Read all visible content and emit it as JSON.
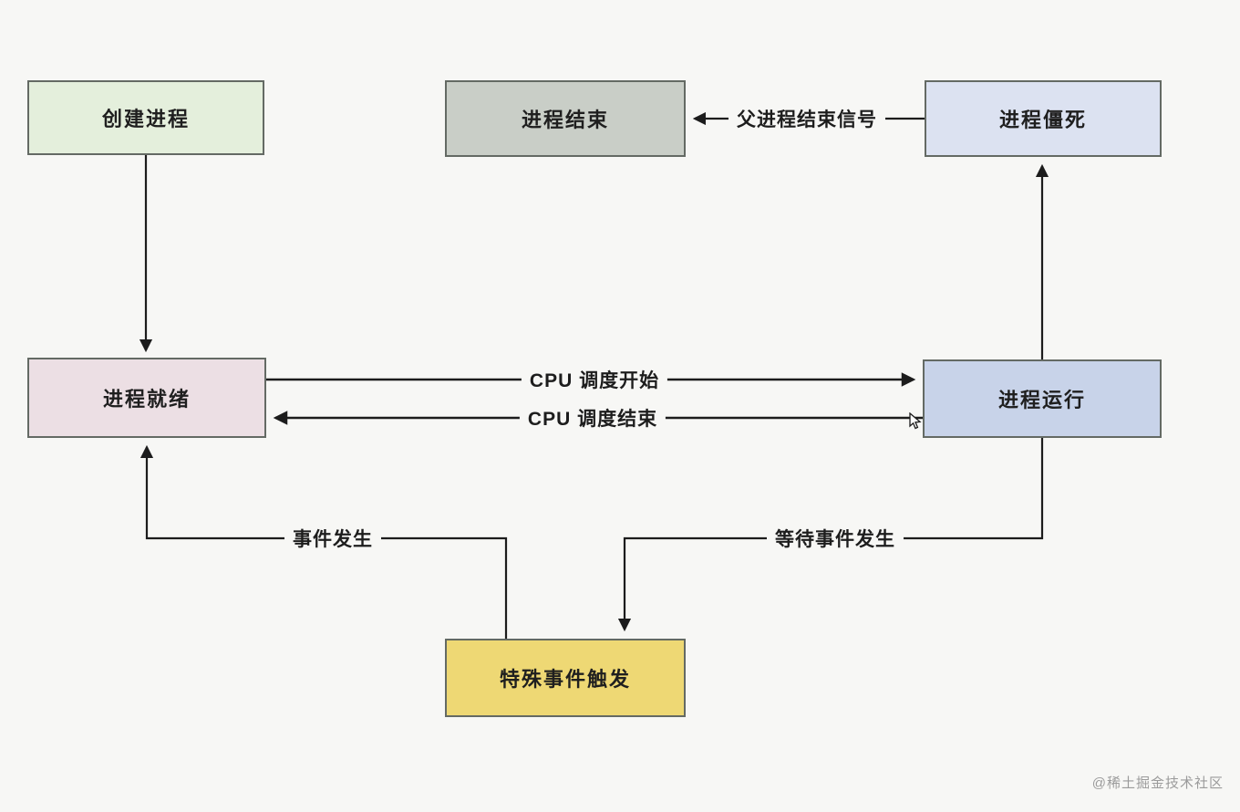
{
  "page": {
    "background": "#f7f7f5",
    "watermark": "@稀土掘金技术社区"
  },
  "diagram": {
    "type": "flowchart",
    "nodes": [
      {
        "id": "create-process",
        "label": "创建进程",
        "fill": "#e4efdc"
      },
      {
        "id": "process-end",
        "label": "进程结束",
        "fill": "#c9cec7"
      },
      {
        "id": "process-zombie",
        "label": "进程僵死",
        "fill": "#dce2f1"
      },
      {
        "id": "process-ready",
        "label": "进程就绪",
        "fill": "#ecdfe4"
      },
      {
        "id": "process-running",
        "label": "进程运行",
        "fill": "#c8d3e9"
      },
      {
        "id": "special-event",
        "label": "特殊事件触发",
        "fill": "#eed874"
      }
    ],
    "edges": [
      {
        "from": "创建进程",
        "to": "进程就绪",
        "label": ""
      },
      {
        "from": "进程僵死",
        "to": "进程结束",
        "label": "父进程结束信号"
      },
      {
        "from": "进程就绪",
        "to": "进程运行",
        "label": "CPU 调度开始"
      },
      {
        "from": "进程运行",
        "to": "进程就绪",
        "label": "CPU 调度结束"
      },
      {
        "from": "进程运行",
        "to": "进程僵死",
        "label": ""
      },
      {
        "from": "进程运行",
        "to": "特殊事件触发",
        "label": "等待事件发生"
      },
      {
        "from": "特殊事件触发",
        "to": "进程就绪",
        "label": "事件发生"
      }
    ],
    "line_color": "#1c1c1c"
  }
}
